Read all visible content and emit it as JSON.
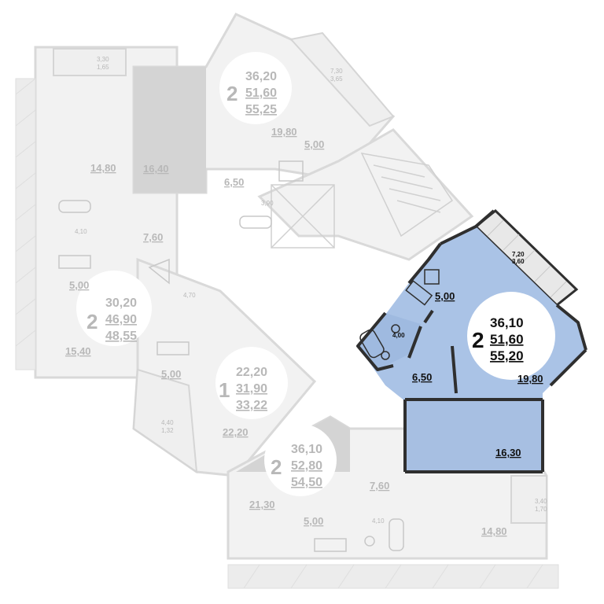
{
  "colors": {
    "highlight_room": "#aac3e6",
    "highlight_wall": "#2f2f2f",
    "ghost_room": "#f2f2f2",
    "ghost_dark": "#d2d2d2",
    "ghost_text": "#b8b8b8",
    "badge": "#ffffff"
  },
  "selected": {
    "rooms": "2",
    "living_area": "36,10",
    "total_area": "51,60",
    "area_with_balcony": "55,20",
    "kitchen": "5,00",
    "bathroom": "4,00",
    "hall": "6,50",
    "living_room": "19,80",
    "bedroom": "16,30",
    "balcony_full": "7,20",
    "balcony_reduced": "3,60"
  },
  "others": [
    {
      "id": "top",
      "rooms": "2",
      "living_area": "36,20",
      "total_area": "51,60",
      "area_with_balcony": "55,25",
      "labels": [
        "19,80",
        "5,00",
        "16,40",
        "6,50"
      ],
      "bath": "3,90",
      "balcony_full": "7,30",
      "balcony_reduced": "3,65"
    },
    {
      "id": "left",
      "rooms": "2",
      "living_area": "30,20",
      "total_area": "46,90",
      "area_with_balcony": "48,55",
      "labels": [
        "14,80",
        "7,60",
        "5,00",
        "15,40"
      ],
      "bath": "4,10",
      "balcony_full": "3,30",
      "balcony_reduced": "1,65"
    },
    {
      "id": "center",
      "rooms": "1",
      "living_area": "22,20",
      "total_area": "31,90",
      "area_with_balcony": "33,22",
      "labels": [
        "5,00",
        "22,20"
      ],
      "bath": "4,70",
      "balcony_full": "4,40",
      "balcony_reduced": "1,32"
    },
    {
      "id": "bottom",
      "rooms": "2",
      "living_area": "36,10",
      "total_area": "52,80",
      "area_with_balcony": "54,50",
      "labels": [
        "7,60",
        "21,30",
        "5,00",
        "14,80"
      ],
      "bath": "4,10",
      "balcony_full": "3,40",
      "balcony_reduced": "1,70"
    }
  ]
}
